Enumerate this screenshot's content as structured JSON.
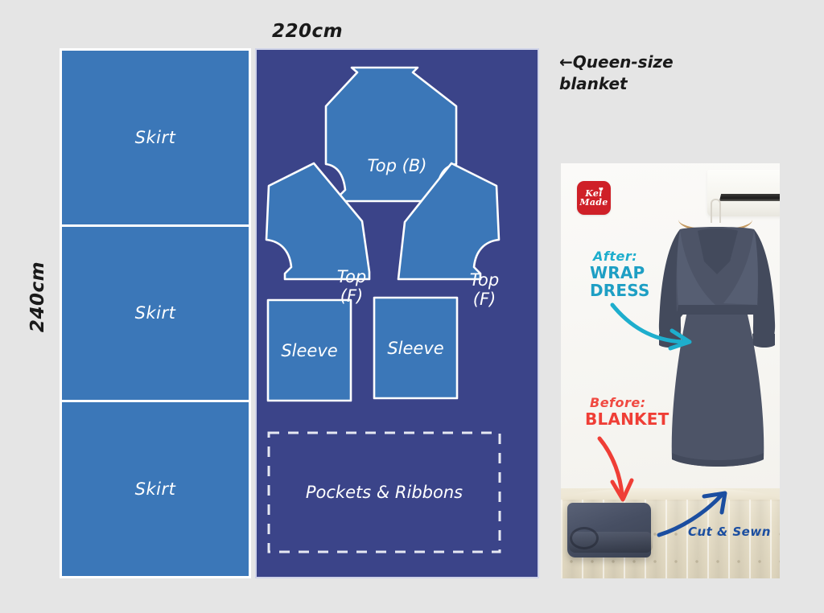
{
  "diagram": {
    "width_label": "220cm",
    "height_label": "240cm",
    "blanket_note": "←Queen-size\nblanket",
    "colors": {
      "page_background": "#e5e5e5",
      "fabric_blue": "#3b77b8",
      "navy_panel": "#3b4489",
      "cut_line": "#ffffff",
      "text_dark": "#1a1a1a"
    },
    "skirt_pieces": [
      {
        "label": "Skirt"
      },
      {
        "label": "Skirt"
      },
      {
        "label": "Skirt"
      }
    ],
    "pattern_pieces": [
      {
        "label": "Top (B)",
        "shape": "bodice-back"
      },
      {
        "label": "Top\n(F)",
        "shape": "bodice-front-left"
      },
      {
        "label": "Top\n(F)",
        "shape": "bodice-front-right"
      },
      {
        "label": "Sleeve",
        "shape": "rectangle"
      },
      {
        "label": "Sleeve",
        "shape": "rectangle"
      },
      {
        "label": "Pockets & Ribbons",
        "shape": "dashed-rectangle"
      }
    ]
  },
  "photo": {
    "logo": {
      "text": "Kei\nMade",
      "heart": "♥",
      "color": "#cf2028"
    },
    "after": {
      "script": "After:",
      "bold": "WRAP\nDRESS",
      "color": "#1e9fc4",
      "arrow": "curved-arrow-down-right"
    },
    "before": {
      "script": "Before:",
      "bold": "BLANKET",
      "color": "#ef3e36",
      "arrow": "curved-arrow-down"
    },
    "process": {
      "script": "Cut & Sewn",
      "color": "#1b4ea0",
      "arrow": "curved-arrow-up-right"
    },
    "objects": {
      "dress": "navy-wrap-dress-on-hanger",
      "blanket": "folded-navy-blanket",
      "sofa": "cream-tufted-sofa",
      "appliance": "wall-air-conditioner"
    }
  }
}
